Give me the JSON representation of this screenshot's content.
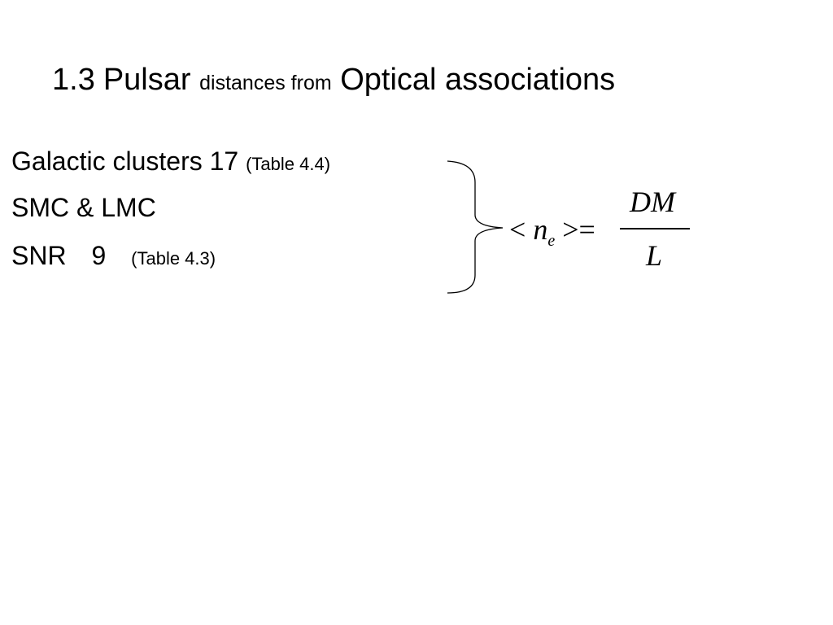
{
  "title": {
    "number": "1.3",
    "word1": "Pulsar",
    "small": "distances from",
    "rest": "Optical associations"
  },
  "items": [
    {
      "label": "Galactic clusters",
      "count": "17",
      "note": "(Table 4.4)"
    },
    {
      "label": "SMC & LMC"
    },
    {
      "label": "SNR",
      "count": "9",
      "note": "(Table 4.3)"
    }
  ],
  "formula": {
    "lhs_open": "<",
    "lhs_var": "n",
    "lhs_sub": "e",
    "lhs_close": ">=",
    "numerator": "DM",
    "denominator": "L"
  }
}
